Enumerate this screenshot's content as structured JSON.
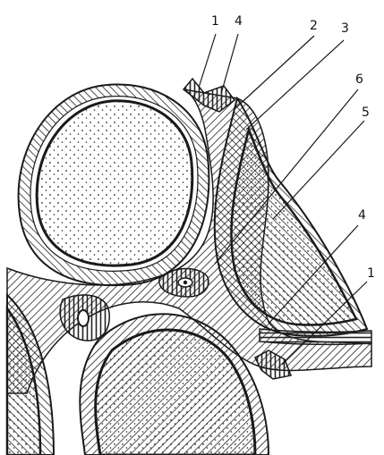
{
  "labels": [
    {
      "id": "lbl-1a",
      "text": "1"
    },
    {
      "id": "lbl-4a",
      "text": "4"
    },
    {
      "id": "lbl-2",
      "text": "2"
    },
    {
      "id": "lbl-3",
      "text": "3"
    },
    {
      "id": "lbl-6",
      "text": "6"
    },
    {
      "id": "lbl-5",
      "text": "5"
    },
    {
      "id": "lbl-4b",
      "text": "4"
    },
    {
      "id": "lbl-1b",
      "text": "1"
    }
  ],
  "colors": {
    "ink": "#1a1a1a",
    "paper": "#ffffff"
  }
}
